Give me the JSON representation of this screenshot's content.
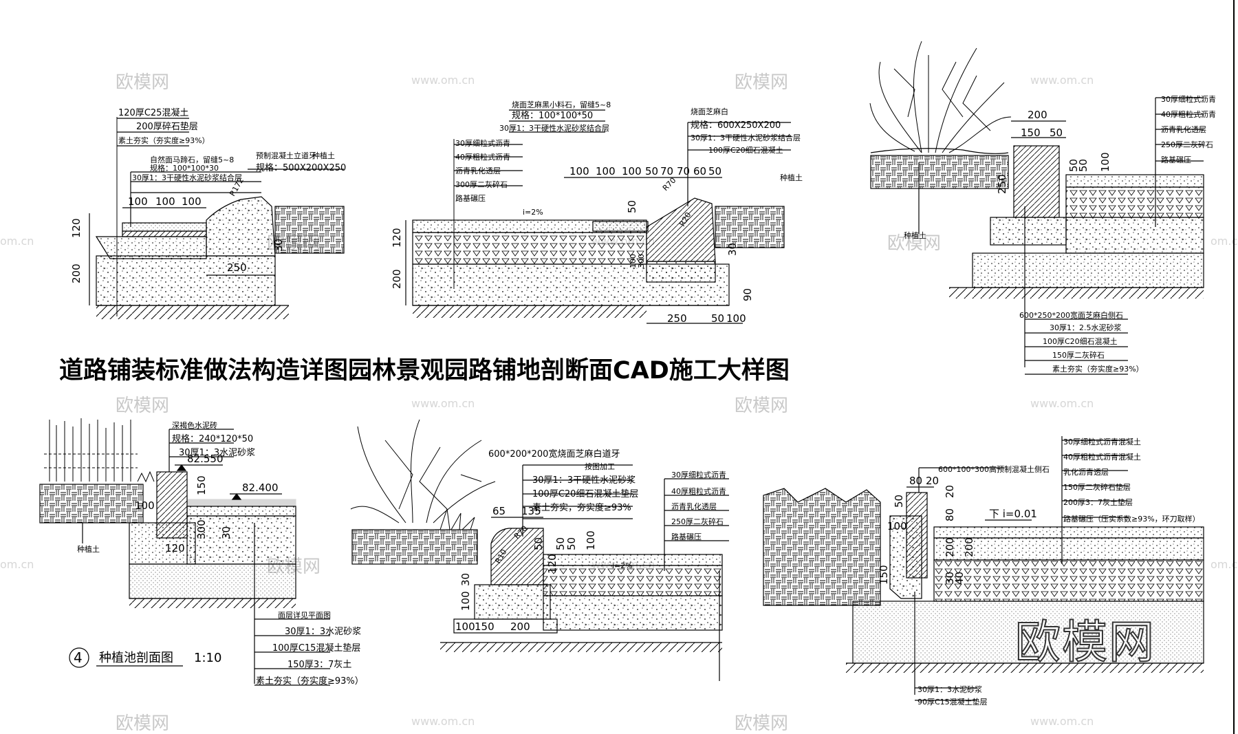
{
  "title": "道路铺装标准做法构造详图园林景观园路铺地剖断面CAD施工大样图",
  "logo": "欧模网",
  "watermark": {
    "brand": "欧模网",
    "url": "www.om.cn",
    "url_short": "om.cn"
  },
  "colors": {
    "line": "#000000",
    "watermark": "#c9c9c9",
    "background": "#ffffff"
  },
  "detail1": {
    "notes": [
      "120厚C25混凝土",
      "200厚碎石垫层",
      "素土夯实（夯实度≥93%）",
      "自然面马蹄石，留缝5~8",
      "规格：100*100*30",
      "30厚1：3干硬性水泥砂浆结合层",
      "预制混凝土立道牙",
      "规格：500X200X250",
      "种植土"
    ],
    "dims": [
      "100",
      "100",
      "100",
      "120",
      "200",
      "250",
      "R172",
      "30"
    ]
  },
  "detail2": {
    "notes": [
      "烧面芝麻黑小料石，留缝5~8",
      "规格：100*100*50",
      "30厚1：3干硬性水泥砂浆结合层",
      "烧面芝麻白",
      "规格：600X250X200",
      "30厚1：3干硬性水泥砂浆结合层",
      "100厚C20细石混凝土",
      "30厚细粒式沥青",
      "40厚粗粒式沥青",
      "沥青乳化透层",
      "300厚二灰碎石",
      "路基碾压",
      "种植土"
    ],
    "dims": [
      "100",
      "100",
      "100",
      "50",
      "70",
      "70",
      "60",
      "50",
      "i=2%",
      "120",
      "200",
      "50",
      "30",
      "90",
      "250",
      "50",
      "100",
      "R70",
      "R20",
      "100",
      "300"
    ]
  },
  "detail3": {
    "notes": [
      "30厚细粒式沥青",
      "40厚粗粒式沥青",
      "沥青乳化透层",
      "250厚二灰碎石",
      "路基碾压",
      "种植土",
      "600*250*200宽面芝麻白侧石",
      "30厚1：2.5水泥砂浆",
      "100厚C20细石混凝土",
      "150厚二灰碎石",
      "素土夯实（夯实度≥93%）"
    ],
    "dims": [
      "200",
      "150",
      "50",
      "50",
      "50",
      "100",
      "250"
    ]
  },
  "detail4": {
    "notes": [
      "深褐色水泥砖",
      "规格：240*120*50",
      "30厚1：3水泥砂浆",
      "种植土",
      "面层详见平面图",
      "30厚1：3水泥砂浆",
      "100厚C15混凝土垫层",
      "150厚3：7灰土",
      "素土夯实（夯实度≥93%）"
    ],
    "dims": [
      "82.550",
      "82.400",
      "150",
      "100",
      "120",
      "300",
      "30"
    ],
    "label_no": "4",
    "label": "种植池剖面图",
    "scale": "1:10"
  },
  "detail5": {
    "notes": [
      "600*200*200宽烧面芝麻白道牙",
      "按图加工",
      "30厚1：3干硬性水泥砂浆",
      "100厚C20细石混凝土垫层",
      "素土夯实，夯实度≥93%",
      "30厚细粒式沥青",
      "40厚粗粒式沥青",
      "沥青乳化透层",
      "250厚二灰碎石",
      "路基碾压"
    ],
    "dims": [
      "65",
      "135",
      "R70",
      "R10",
      "50",
      "50",
      "100",
      "i=2%",
      "100",
      "30",
      "100",
      "150",
      "200",
      "120",
      "50"
    ]
  },
  "detail6": {
    "notes": [
      "30厚细粒式沥青混凝土",
      "40厚粗粒式沥青混凝土",
      "乳化沥青透层",
      "150厚二灰碎石垫层",
      "200厚3：7灰土垫层",
      "路基碾压（压实系数≥93%，环刀取样）",
      "600*100*300高预制混凝土侧石",
      "30厚1：3水泥砂浆",
      "90厚C15混凝土垫层"
    ],
    "dims": [
      "80",
      "20",
      "50",
      "80",
      "20",
      "100",
      "200",
      "下 i=0.01",
      "150",
      "30",
      "40",
      "200"
    ]
  }
}
